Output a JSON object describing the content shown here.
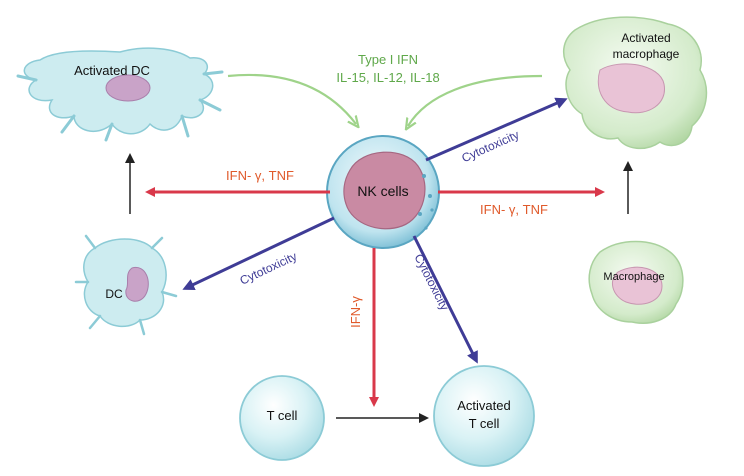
{
  "cells": {
    "nk": "NK cells",
    "activated_dc": "Activated DC",
    "dc": "DC",
    "activated_macrophage_line1": "Activated",
    "activated_macrophage_line2": "macrophage",
    "macrophage": "Macrophage",
    "t_cell": "T cell",
    "activated_t_cell_line1": "Activated",
    "activated_t_cell_line2": "T cell"
  },
  "signals": {
    "cytokines_line1": "Type I IFN",
    "cytokines_line2": "IL-15, IL-12, IL-18",
    "left_red": "IFN- γ, TNF",
    "right_red": "IFN- γ, TNF",
    "down_red": "IFN-γ",
    "cyto_macrophage": "Cytotoxicity",
    "cyto_dc": "Cytotoxicity",
    "cyto_tcell": "Cytotoxicity"
  },
  "colors": {
    "red_arrow": "#d9384a",
    "blue_arrow": "#3f3c96",
    "green_arrow": "#9fd38a",
    "red_text": "#e05a2b",
    "blue_text": "#3f3c96",
    "green_text": "#5fa84a",
    "cell_blue_fill": "#cfeef2",
    "cell_blue_stroke": "#8ccbd6",
    "nucleus": "#c98aa3",
    "macro_fill": "#d7ecd2",
    "macro_stroke": "#a9d19d"
  }
}
